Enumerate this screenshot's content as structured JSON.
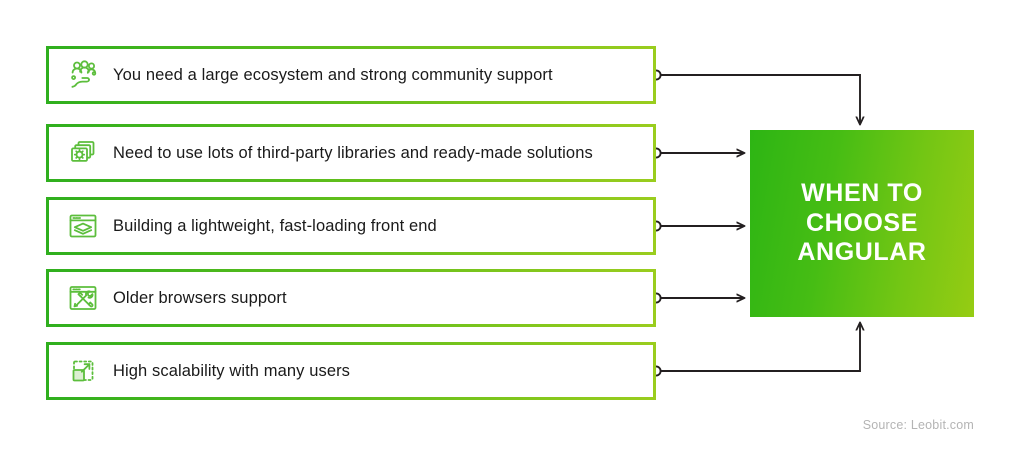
{
  "graphic": {
    "title_lines": "WHEN TO\nCHOOSE\nANGULAR",
    "source": "Source: Leobit.com",
    "accent_green": "#2FAF1E",
    "accent_yellow_green": "#9ACD1E",
    "panel_gradient_start": "#2DB514",
    "panel_gradient_end": "#96CC13",
    "connector_color": "#231f20",
    "text_color": "#1a1a1a"
  },
  "items": [
    {
      "label": "You need a large ecosystem and strong community support",
      "icon": "community-support-icon",
      "connector": "up-elbow-to-panel-top"
    },
    {
      "label": "Need to use lots of third-party libraries and ready-made solutions",
      "icon": "stacked-libraries-gear-icon",
      "connector": "straight-to-panel-left"
    },
    {
      "label": "Building a lightweight, fast-loading front end",
      "icon": "browser-layers-icon",
      "connector": "straight-to-panel-left"
    },
    {
      "label": "Older browsers support",
      "icon": "browser-tools-icon",
      "connector": "straight-to-panel-left"
    },
    {
      "label": "High scalability with many users",
      "icon": "scale-expand-icon",
      "connector": "down-elbow-to-panel-bottom"
    }
  ]
}
